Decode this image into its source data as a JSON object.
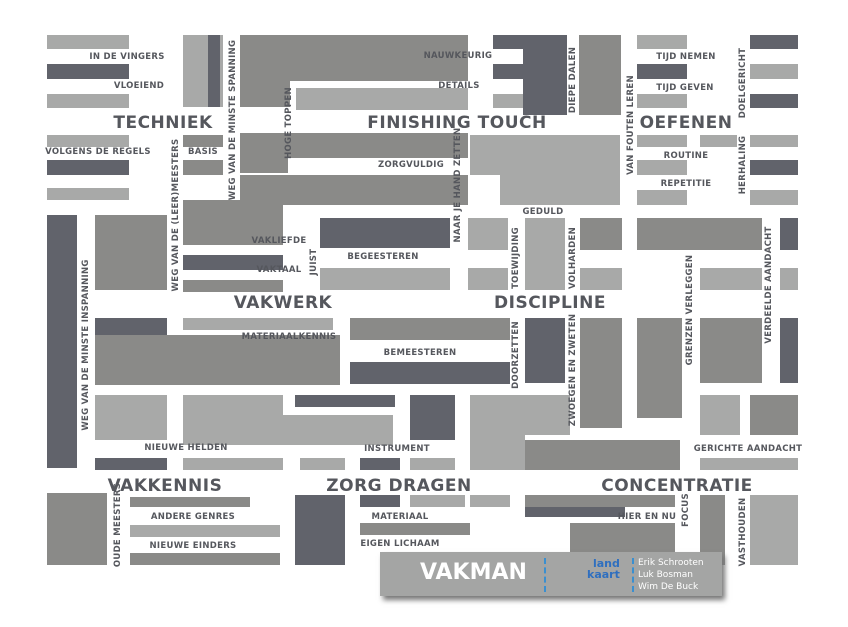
{
  "labels_small": [
    "IN DE VINGERS",
    "VLOEIEND",
    "NAUWKEURIG",
    "DETAILS",
    "TIJD NEMEN",
    "TIJD GEVEN",
    "VOLGENS DE REGELS",
    "BASIS",
    "ZORGVULDIG",
    "ROUTINE",
    "REPETITIE",
    "GEDULD",
    "VAKLIEFDE",
    "VAKTAAL",
    "BEGEESTEREN",
    "MATERIAALKENNIS",
    "BEMEESTEREN",
    "NIEUWE HELDEN",
    "INSTRUMENT",
    "GERICHTE AANDACHT",
    "ANDERE GENRES",
    "NIEUWE EINDERS",
    "MATERIAAL",
    "EIGEN LICHAAM",
    "HIER EN NU"
  ],
  "labels_big": [
    "TECHNIEK",
    "FINISHING TOUCH",
    "OEFENEN",
    "VAKWERK",
    "DISCIPLINE",
    "VAKKENNIS",
    "ZORG DRAGEN",
    "CONCENTRATIE"
  ],
  "labels_vertical": [
    "WEG VAN DE MINSTE SPANNING",
    "HOGE TOPPEN",
    "DIEPE DALEN",
    "VAN FOUTEN LEREN",
    "DOELGERICHT",
    "HERHALING",
    "WEG VAN DE (LEER)MEESTERS",
    "NAAR JE HAND ZETTEN",
    "JUIST",
    "TOEWIJDING",
    "VOLHARDEN",
    "VERDEELDE AANDACHT",
    "GRENZEN VERLEGGEN",
    "WEG VAN DE MINSTE INSPANNING",
    "DOORZETTEN",
    "ZWOEGEN EN ZWETEN",
    "OUDE MEESTERS",
    "FOCUS",
    "VASTHOUDEN"
  ],
  "legend": {
    "title": "VAKMAN",
    "logo_top": "land",
    "logo_bottom": "kaart",
    "authors": [
      "Erik Schrooten",
      "Luk Bosman",
      "Wim De Buck"
    ]
  },
  "colors": {
    "light": "#a8a9a8",
    "mid": "#8a8a88",
    "dark": "#61636b",
    "text": "#55575d",
    "logo": "#2f6fbf"
  }
}
